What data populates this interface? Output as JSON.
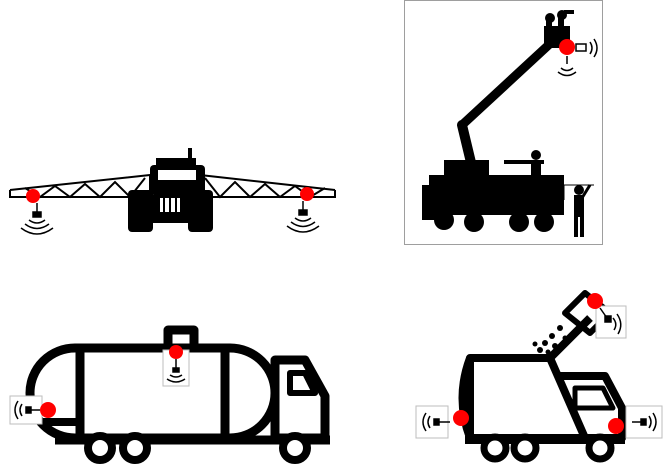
{
  "colors": {
    "vehicle": "#000000",
    "sensor_dot": "#ff0000",
    "background": "#ffffff",
    "sensor_box_border": "#bdbdbd",
    "photo_border": "#9e9e9e"
  },
  "panels": [
    {
      "name": "sprayer-tractor",
      "icon": "tractor-sprayer-icon",
      "sensors": 2
    },
    {
      "name": "aerial-lift-truck",
      "icon": "boom-lift-truck-icon",
      "sensors": 1
    },
    {
      "name": "tanker-truck",
      "icon": "tanker-truck-icon",
      "sensors": 2
    },
    {
      "name": "garbage-truck",
      "icon": "garbage-truck-icon",
      "sensors": 3
    }
  ],
  "sensor_icon": "wireless-sensor-icon"
}
